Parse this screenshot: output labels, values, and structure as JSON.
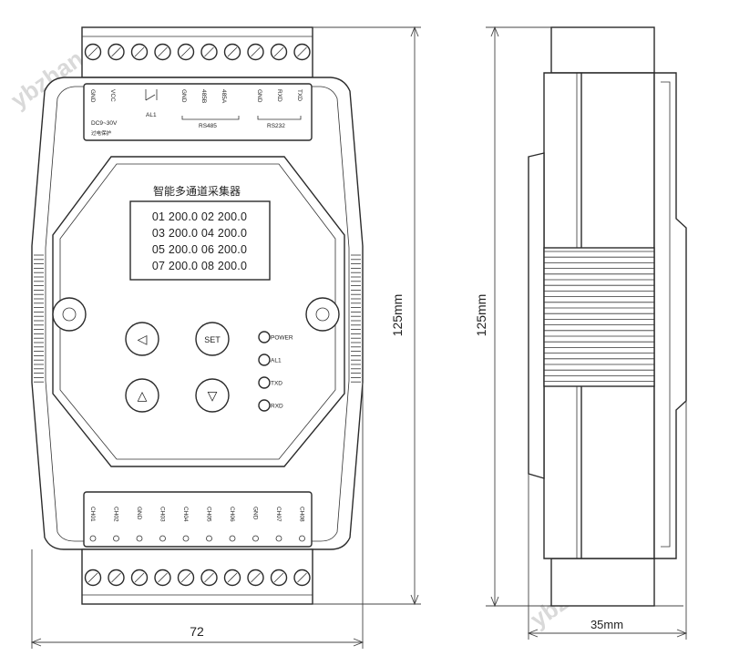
{
  "title": "智能多通道采集器",
  "top_terminals": {
    "labels": [
      "GND",
      "VCC",
      "AL1",
      "GND",
      "485B",
      "485A",
      "GND",
      "RXD",
      "TXD"
    ],
    "power_label": "DC9~30V",
    "power_sub_label": "过电保护",
    "rs485_label": "RS485",
    "rs232_label": "RS232"
  },
  "display_lines": [
    "01 200.0   02 200.0",
    "03 200.0   04 200.0",
    "05 200.0   06 200.0",
    "07 200.0   08 200.0"
  ],
  "buttons": [
    {
      "id": "left",
      "symbol": "◁"
    },
    {
      "id": "set",
      "symbol": "SET"
    },
    {
      "id": "up",
      "symbol": "△"
    },
    {
      "id": "down",
      "symbol": "▽"
    }
  ],
  "leds": [
    "POWER",
    "AL1",
    "TXD",
    "RXD"
  ],
  "bottom_terminals": [
    "CH01",
    "CH02",
    "GND",
    "CH03",
    "CH04",
    "CH05",
    "CH06",
    "GND",
    "CH07",
    "CH08"
  ],
  "dimensions": {
    "width_front": "72",
    "height_front": "125mm",
    "height_side": "125mm",
    "depth_side": "35mm"
  },
  "watermark": "ybzhan.cn"
}
